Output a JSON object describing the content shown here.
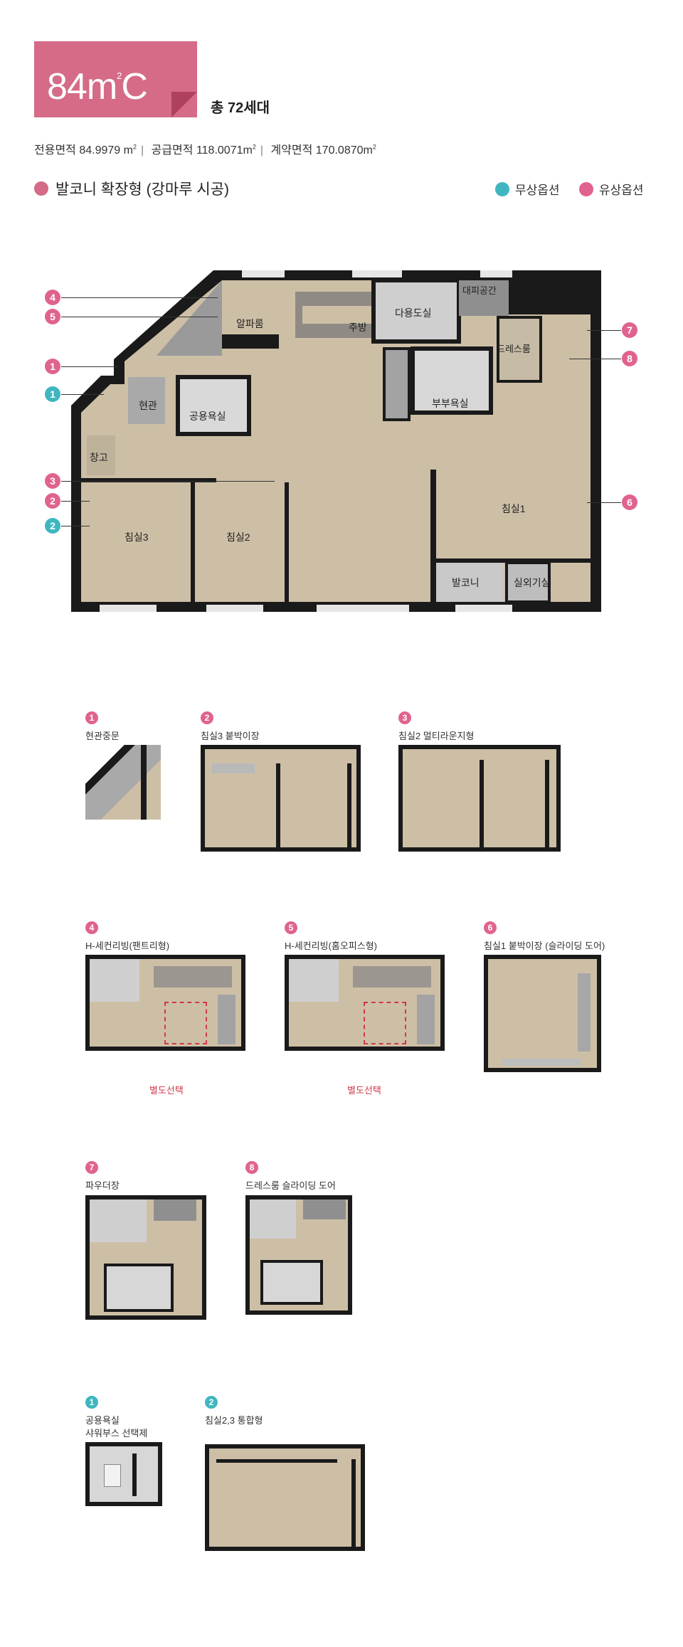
{
  "header": {
    "type_label": "84m",
    "type_sup": "2",
    "type_letter": "C",
    "units_total": "총 72세대",
    "exclusive_area_label": "전용면적",
    "exclusive_area_value": "84.9979",
    "supply_area_label": "공급면적",
    "supply_area_value": "118.0071",
    "contract_area_label": "계약면적",
    "contract_area_value": "170.0870",
    "unit": "m",
    "unit_sup": "2"
  },
  "plan": {
    "title": "발코니 확장형 (강마루 시공)",
    "rooms": {
      "entrance": "현관",
      "shared_bath": "공용욕실",
      "storage": "창고",
      "alpha_room": "알파룸",
      "kitchen": "주방",
      "utility": "다용도실",
      "evacuation": "대피공간",
      "dressroom": "드레스룸",
      "master_bath": "부부욕실",
      "bedroom3": "침실3",
      "bedroom2": "침실2",
      "bedroom1": "침실1",
      "balcony": "발코니",
      "outdoor_unit": "실외기실"
    },
    "markers": [
      "4",
      "5",
      "1",
      "1",
      "3",
      "2",
      "2",
      "7",
      "8",
      "6"
    ]
  },
  "legend": {
    "free_option": "무상옵션",
    "paid_option": "유상옵션",
    "free_color": "#3fb6c0",
    "paid_color": "#e0638f"
  },
  "options": [
    {
      "num": "1",
      "label": "현관중문",
      "kind": "paid"
    },
    {
      "num": "2",
      "label": "침실3 붙박이장",
      "kind": "paid"
    },
    {
      "num": "3",
      "label": "침실2 멀티라운지형",
      "kind": "paid"
    },
    {
      "num": "4",
      "label": "H-세컨리빙(팬트리형)",
      "kind": "paid",
      "note": "별도선택"
    },
    {
      "num": "5",
      "label": "H-세컨리빙(홈오피스형)",
      "kind": "paid",
      "note": "별도선택"
    },
    {
      "num": "6",
      "label": "침실1 붙박이장 (슬라이딩 도어)",
      "kind": "paid"
    },
    {
      "num": "7",
      "label": "파우더장",
      "kind": "paid"
    },
    {
      "num": "8",
      "label": "드레스룸 슬라이딩 도어",
      "kind": "paid"
    },
    {
      "num": "1",
      "label_line1": "공용욕실",
      "label_line2": "샤워부스 선택제",
      "kind": "free"
    },
    {
      "num": "2",
      "label": "침실2,3 통합형",
      "kind": "free"
    }
  ]
}
